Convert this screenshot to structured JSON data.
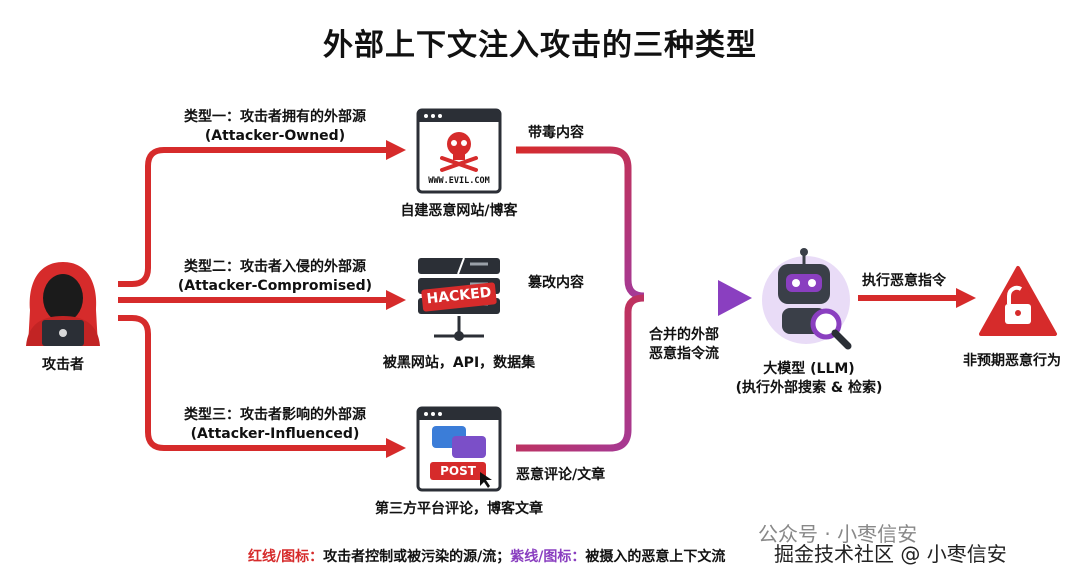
{
  "title": "外部上下文注入攻击的三种类型",
  "attacker": {
    "label": "攻击者"
  },
  "types": [
    {
      "label": "类型一：攻击者拥有的外部源",
      "sub": "(Attacker-Owned)"
    },
    {
      "label": "类型二：攻击者入侵的外部源",
      "sub": "(Attacker-Compromised)"
    },
    {
      "label": "类型三：攻击者影响的外部源",
      "sub": "(Attacker-Influenced)"
    }
  ],
  "sources": [
    {
      "caption": "自建恶意网站/博客",
      "icon_text": "WWW.EVIL.COM",
      "flow_label": "带毒内容"
    },
    {
      "caption": "被黑网站，API，数据集",
      "icon_text": "HACKED",
      "flow_label": "篡改内容"
    },
    {
      "caption": "第三方平台评论，博客文章",
      "icon_text": "POST",
      "flow_label": "恶意评论/文章"
    }
  ],
  "merge_label": [
    "合并的外部",
    "恶意指令流"
  ],
  "llm": {
    "label": "大模型 (LLM)",
    "sub": "(执行外部搜索 & 检索)"
  },
  "exec_label": "执行恶意指令",
  "result": {
    "label": "非预期恶意行为"
  },
  "legend": {
    "red_key": "红线/图标：",
    "red_text": "攻击者控制或被污染的源/流；",
    "purple_key": "紫线/图标：",
    "purple_text": "被摄入的恶意上下文流"
  },
  "watermark": {
    "line1": "公众号 · 小枣信安",
    "line2": "掘金技术社区 @ 小枣信安"
  },
  "colors": {
    "red": "#d62b2b",
    "purple": "#8a3fc0",
    "dark": "#2b2f36"
  }
}
